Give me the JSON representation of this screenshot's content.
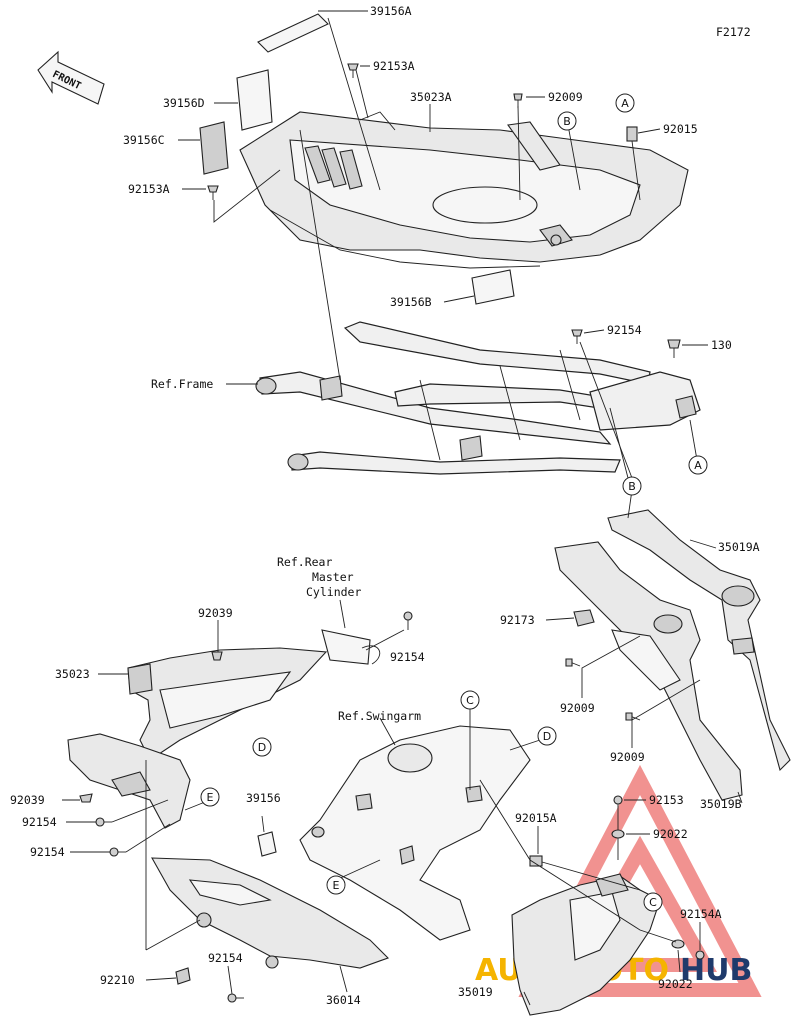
{
  "figure_code": "F2172",
  "front_label": "FRONT",
  "watermark": {
    "part1": "AUTOMOTO",
    "part2": "HUB",
    "color1": "#f5b400",
    "color2": "#1f3a6b",
    "tri_color": "#e53935"
  },
  "callouts": {
    "c39156A": "39156A",
    "c92153A_top": "92153A",
    "c35023A": "35023A",
    "c92009_top": "92009",
    "c92015": "92015",
    "c39156D": "39156D",
    "c39156C": "39156C",
    "c92153A_left": "92153A",
    "c39156B": "39156B",
    "c92154_mid": "92154",
    "c130": "130",
    "ref_frame": "Ref.Frame",
    "c35019A": "35019A",
    "c92173": "92173",
    "c92009_mid": "92009",
    "c92009_low": "92009",
    "c35019B": "35019B",
    "ref_rear_1": "Ref.Rear",
    "ref_rear_2": "Master",
    "ref_rear_3": "Cylinder",
    "c92154_rm": "92154",
    "c92039_top": "92039",
    "c35023": "35023",
    "c92039_low": "92039",
    "c92154_l1": "92154",
    "c92154_l2": "92154",
    "ref_swingarm": "Ref.Swingarm",
    "c39156": "39156",
    "c92015A": "92015A",
    "c92153": "92153",
    "c92022_top": "92022",
    "c92154A": "92154A",
    "c92022_low": "92022",
    "c35019": "35019",
    "c92210": "92210",
    "c92154_bot": "92154",
    "c36014": "36014"
  },
  "circle_markers": {
    "A_top": "A",
    "B_top": "B",
    "A_mid": "A",
    "B_mid": "B",
    "C_swing": "C",
    "D_swing": "D",
    "D_guard": "D",
    "E_guard": "E",
    "E_swing": "E",
    "C_low": "C"
  }
}
